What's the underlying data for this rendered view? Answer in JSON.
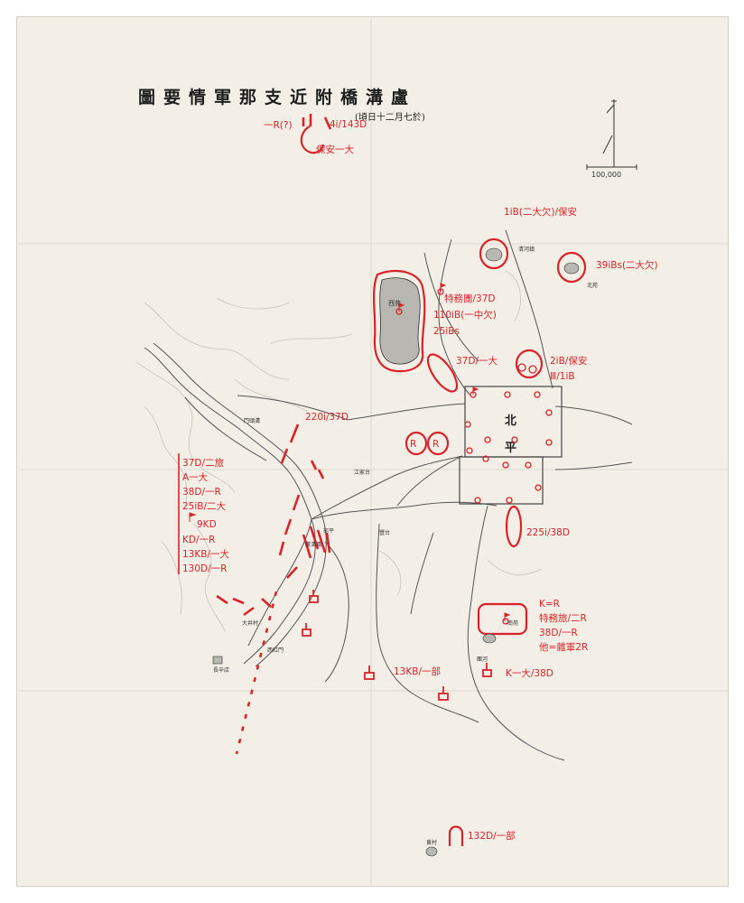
{
  "map": {
    "title": "圖要情軍那支近附橋溝盧",
    "subtitle": "(頃日十二月七於)",
    "scale": "100,000",
    "city_label_north": "北",
    "city_label_south": "平",
    "palace_symbol": "R",
    "colors": {
      "paper": "#f3efe6",
      "red": "#d8232a",
      "ink": "#333333"
    }
  },
  "annotations": {
    "top_left_1": "一R(?)",
    "top_left_2": "4i/143D",
    "top_left_3": "保安一大",
    "qinghe_troops": "1iB(二大欠)/保安",
    "right_39": "39iBs(二大欠)",
    "xiyuan_1": "特務團/37D",
    "xiyuan_2": "110iB(一中欠)",
    "xiyuan_3": "25iBs",
    "d37_1": "37D/一大",
    "bao_an": "2iB/保安",
    "iii_iib": "Ⅲ/1iB",
    "r220": "220i/37D",
    "left_block": [
      "37D/二旅",
      "A一大",
      "38D/一R",
      "25iB/二大",
      "9KD",
      "KD/一R",
      "13KB/一大",
      "130D/一R"
    ],
    "r225": "225i/38D",
    "nanyuan_block": [
      "K=R",
      "特務旅/二R",
      "38D/一R",
      "他=雜軍2R"
    ],
    "kb13": "13KB/一部",
    "k_38d": "K一大/38D",
    "d132": "132D/一部"
  },
  "places": {
    "xiyuan": "西苑",
    "qinghe": "清河鎮",
    "beiyuan": "北苑",
    "nanyuan": "南苑",
    "kuoxiang": "黄村",
    "tuanhe": "團河",
    "jiangjiatai": "江家台",
    "changxindian": "長辛店",
    "wanping": "宛平",
    "lugouqiao": "蘆溝橋",
    "fengtai": "豐台",
    "xihongmen": "西紅門",
    "yizhuang": "大井村",
    "mentougou": "門頭溝"
  }
}
